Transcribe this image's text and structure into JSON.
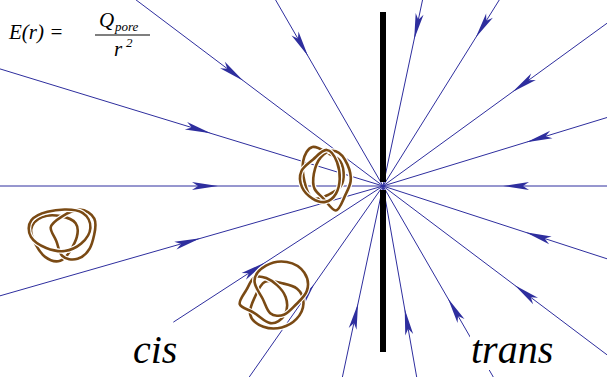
{
  "diagram": {
    "labels": [
      "E(r) =",
      "Q",
      "pore",
      "r",
      "2",
      "cis",
      "trans"
    ]
  }
}
